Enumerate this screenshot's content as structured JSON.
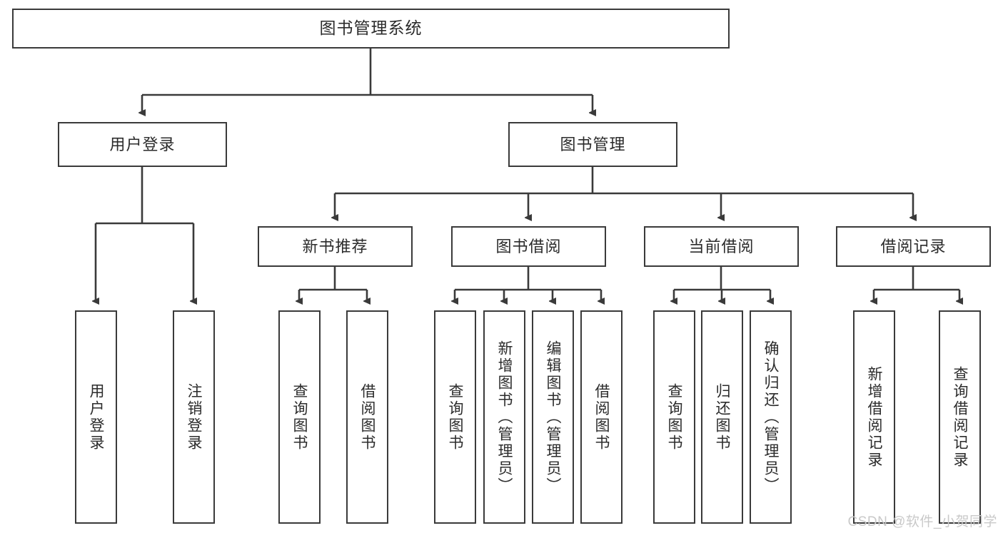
{
  "diagram": {
    "title": "图书管理系统",
    "type": "tree-hierarchy",
    "colors": {
      "background": "#ffffff",
      "box_border": "#3a3a3a",
      "box_fill": "#ffffff",
      "text": "#2b2b2b",
      "edge": "#3a3a3a",
      "watermark": "#c9c9c9"
    },
    "root": {
      "label": "图书管理系统"
    },
    "level2": [
      {
        "label": "用户登录"
      },
      {
        "label": "图书管理"
      }
    ],
    "level3": [
      {
        "label": "新书推荐"
      },
      {
        "label": "图书借阅"
      },
      {
        "label": "当前借阅"
      },
      {
        "label": "借阅记录"
      }
    ],
    "leaves": {
      "user_login": [
        {
          "label": "用户登录"
        },
        {
          "label": "注销登录"
        }
      ],
      "new_book_recommend": [
        {
          "label": "查询图书"
        },
        {
          "label": "借阅图书"
        }
      ],
      "book_borrow": [
        {
          "label": "查询图书"
        },
        {
          "label": "新增图书（管理员）"
        },
        {
          "label": "编辑图书（管理员）"
        },
        {
          "label": "借阅图书"
        }
      ],
      "current_borrow": [
        {
          "label": "查询图书"
        },
        {
          "label": "归还图书"
        },
        {
          "label": "确认归还（管理员）"
        }
      ],
      "borrow_record": [
        {
          "label": "新增借阅记录"
        },
        {
          "label": "查询借阅记录"
        }
      ]
    },
    "watermark": "CSDN @软件_小贺同学"
  }
}
